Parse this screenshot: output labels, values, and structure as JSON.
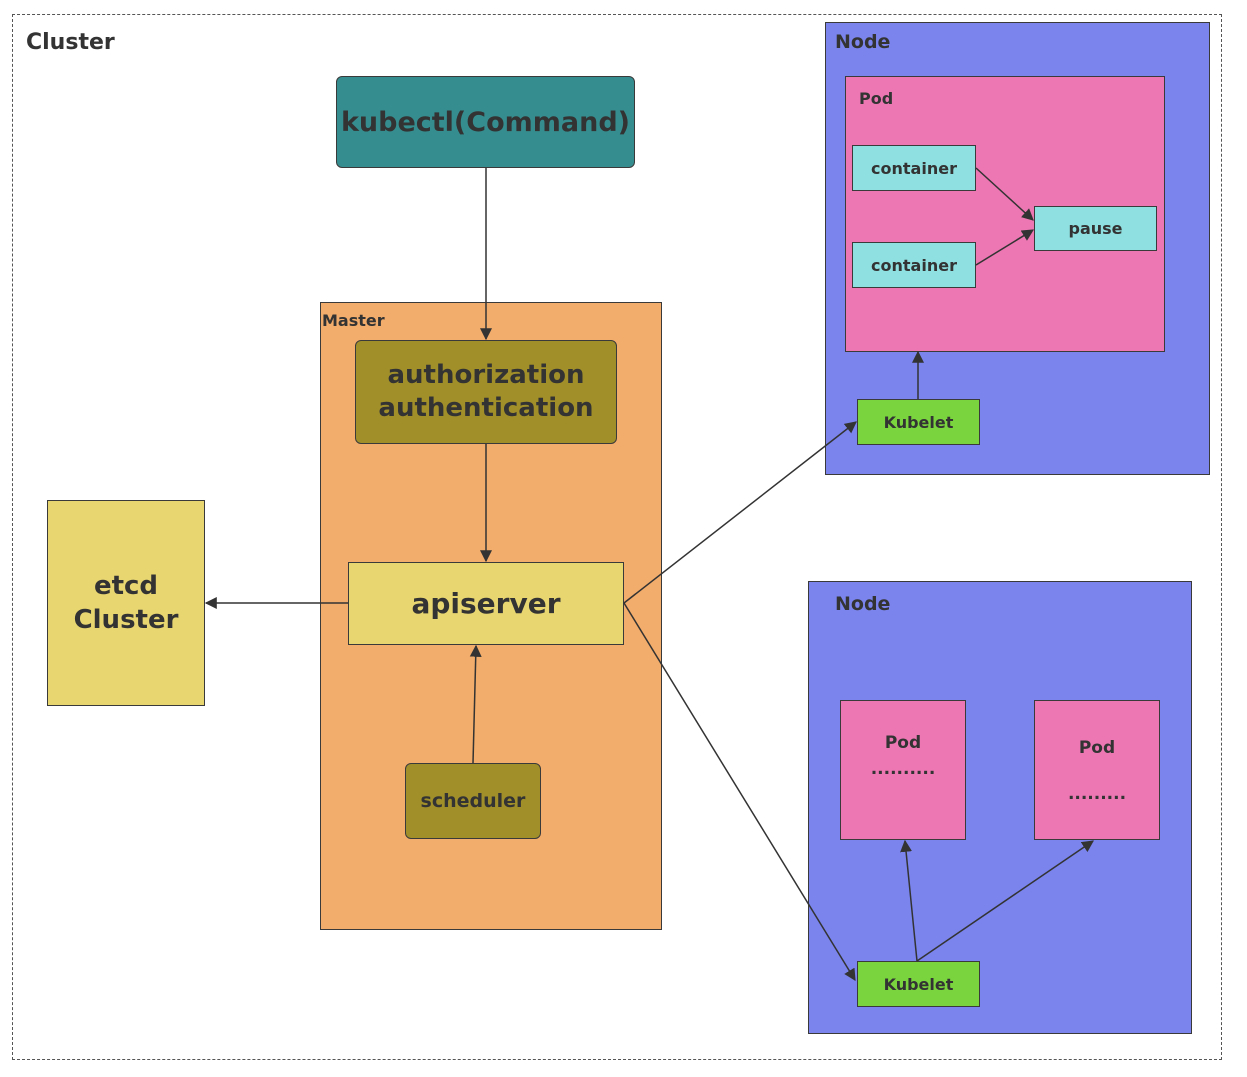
{
  "cluster": {
    "title": "Cluster"
  },
  "kubectl": {
    "label": "kubectl(Command)"
  },
  "master": {
    "title": "Master",
    "auth": {
      "line1": "authorization",
      "line2": "authentication"
    },
    "apiserver": "apiserver",
    "scheduler": "scheduler"
  },
  "etcd": {
    "line1": "etcd",
    "line2": "Cluster"
  },
  "node1": {
    "title": "Node",
    "pod": {
      "title": "Pod",
      "container1": "container",
      "container2": "container",
      "pause": "pause"
    },
    "kubelet": "Kubelet"
  },
  "node2": {
    "title": "Node",
    "pod1": {
      "title": "Pod",
      "dots": ".........."
    },
    "pod2": {
      "title": "Pod",
      "dots": "........."
    },
    "kubelet": "Kubelet"
  },
  "colors": {
    "kubectl": "#368d8f",
    "master": "#f2ac6b",
    "auth": "#a18f2a",
    "apiserver": "#e8d670",
    "etcd": "#e8d670",
    "node": "#7a84ec",
    "pod": "#ec77b2",
    "container": "#8fe0e0",
    "kubelet": "#79d43e"
  }
}
